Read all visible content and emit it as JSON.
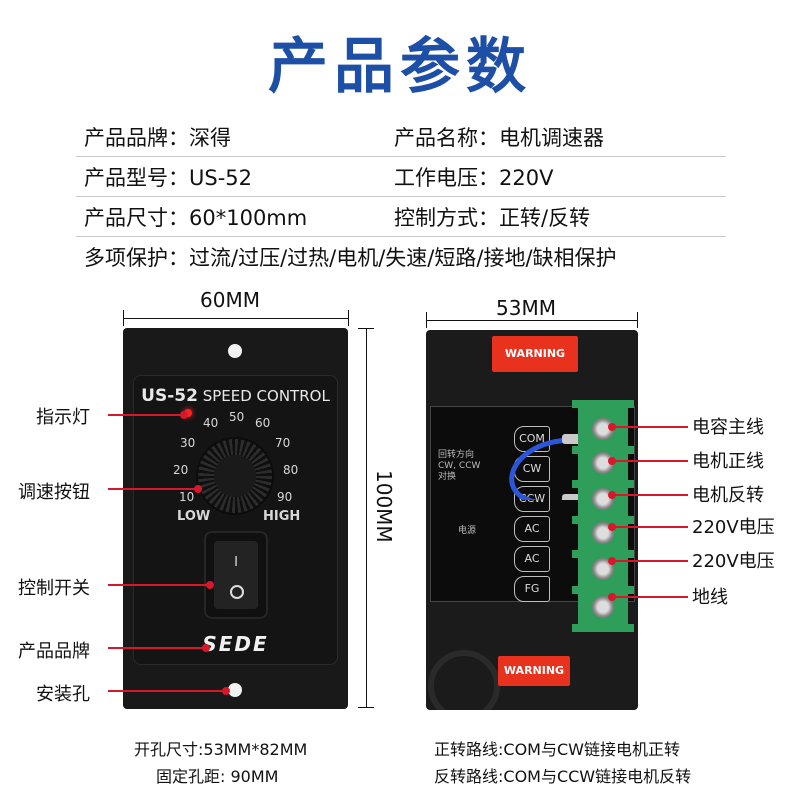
{
  "title": "产品参数",
  "specs": [
    {
      "left": "产品品牌：深得",
      "right": "产品名称：电机调速器"
    },
    {
      "left": "产品型号：US-52",
      "right": "工作电压：220V"
    },
    {
      "left": "产品尺寸：60*100mm",
      "right": "控制方式：正转/反转"
    },
    {
      "full": "多项保护：过流/过压/过热/电机/失速/短路/接地/缺相保护"
    }
  ],
  "dims": {
    "width_left": "60MM",
    "width_right": "53MM",
    "height": "100MM"
  },
  "panel": {
    "model": "US-52",
    "model_suffix": "SPEED CONTROL",
    "scale": [
      "10",
      "20",
      "30",
      "40",
      "50",
      "60",
      "70",
      "80",
      "90"
    ],
    "low": "LOW",
    "high": "HIGH",
    "switch_on": "I",
    "brand": "SEDE"
  },
  "left_callouts": [
    "指示灯",
    "调速按钮",
    "控制开关",
    "产品品牌",
    "安装孔"
  ],
  "right_callouts": [
    "电容主线",
    "电机正线",
    "电机反转",
    "220V电压",
    "220V电压",
    "地线"
  ],
  "terminals": [
    "COM",
    "CW",
    "CCW",
    "AC",
    "AC",
    "FG"
  ],
  "warning_label": "WARNING",
  "tiny_text": {
    "a": "回转方向",
    "b": "CW, CCW",
    "c": "对换",
    "d": "电源"
  },
  "notes": {
    "hole_size": "开孔尺寸:53MM*82MM",
    "hole_distance": "固定孔距:  90MM",
    "forward_route": "正转路线:COM与CW链接电机正转",
    "reverse_route": "反转路线:COM与CCW链接电机反转"
  },
  "colors": {
    "title": "#1e4fa6",
    "callout_line": "#d8182a",
    "terminal": "#2f9e5a",
    "warning": "#e8321e"
  }
}
